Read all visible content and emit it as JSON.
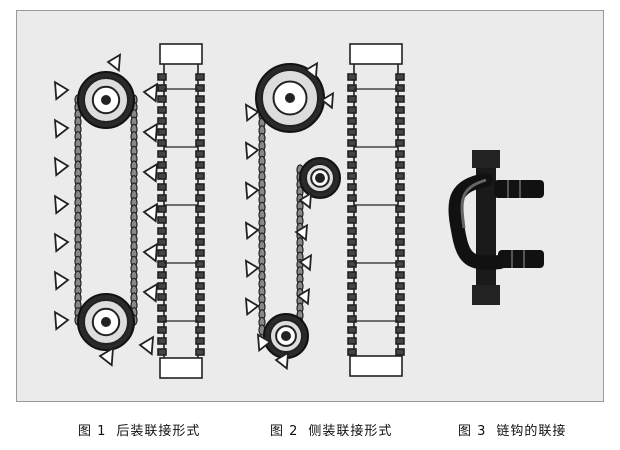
{
  "captions": [
    {
      "number": "图 1",
      "text": "后装联接形式"
    },
    {
      "number": "图 2",
      "text": "侧装联接形式"
    },
    {
      "number": "图 3",
      "text": "链钩的联接"
    }
  ]
}
